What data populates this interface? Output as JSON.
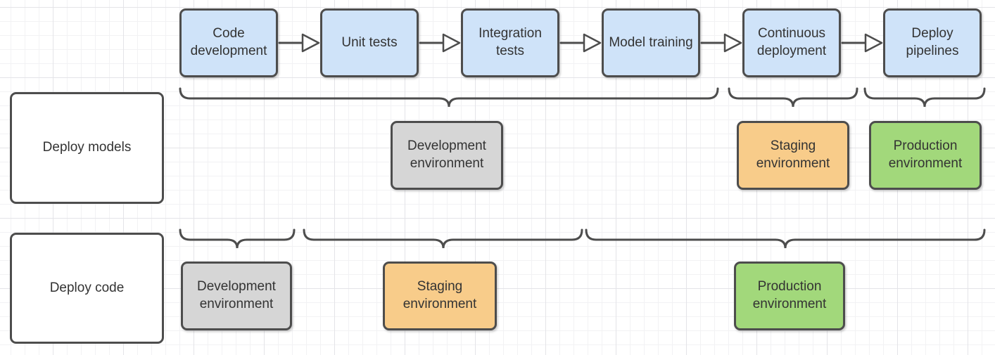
{
  "colors": {
    "step_fill": "#cfe3f9",
    "development_fill": "#d6d6d6",
    "staging_fill": "#f8cc8a",
    "production_fill": "#a2d87b",
    "shape_border": "#4d4d4d",
    "label_fill": "#ffffff",
    "text": "#333333"
  },
  "pipeline": {
    "steps": [
      {
        "label": "Code development"
      },
      {
        "label": "Unit tests"
      },
      {
        "label": "Integration tests"
      },
      {
        "label": "Model training"
      },
      {
        "label": "Continuous deployment"
      },
      {
        "label": "Deploy pipelines"
      }
    ]
  },
  "rows": {
    "deploy_models": {
      "label": "Deploy models",
      "environments": {
        "development": {
          "label": "Development environment"
        },
        "staging": {
          "label": "Staging environment"
        },
        "production": {
          "label": "Production environment"
        }
      }
    },
    "deploy_code": {
      "label": "Deploy code",
      "environments": {
        "development": {
          "label": "Development environment"
        },
        "staging": {
          "label": "Staging environment"
        },
        "production": {
          "label": "Production environment"
        }
      }
    }
  }
}
